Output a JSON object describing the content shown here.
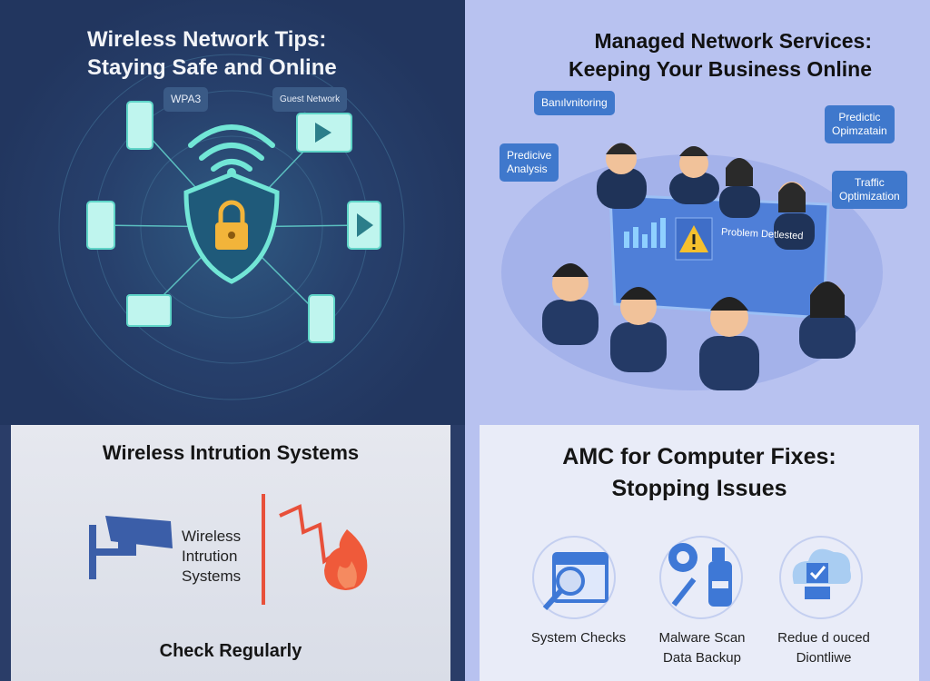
{
  "top_left": {
    "title_line1": "Wireless Network Tips:",
    "title_line2": "Staying Safe and Online",
    "bubbles": [
      "WPA3",
      "Guest Network"
    ]
  },
  "top_right": {
    "title_line1": "Managed Network Services:",
    "title_line2": "Keeping Your Business Online",
    "bubbles": [
      "Banılvnitoring",
      "Predicive\nAnalysis",
      "Predictic\nOpimzatain",
      "Traffic\nOptimization"
    ],
    "screen_text": "Problem Detlested"
  },
  "bottom_left": {
    "title": "Wireless Intrution Systems",
    "side_label": "Wireless\nIntrution\nSystems",
    "footer": "Check Regularly"
  },
  "bottom_right": {
    "title_line1": "AMC for Computer Fixes:",
    "title_line2": "Stopping Issues",
    "items": [
      {
        "label": "System Checks",
        "icon": "calendar-search-icon"
      },
      {
        "label": "Malware Scan\nData Backup",
        "icon": "gear-wrench-spray-icon"
      },
      {
        "label": "Redue d ouced\nDiontliwe",
        "icon": "cloud-checklist-icon"
      }
    ]
  },
  "colors": {
    "navy": "#22365f",
    "lavender": "#b8c2f0",
    "accent_blue": "#3f78cc",
    "teal": "#6fe0d0",
    "alert_red": "#e8503a"
  }
}
